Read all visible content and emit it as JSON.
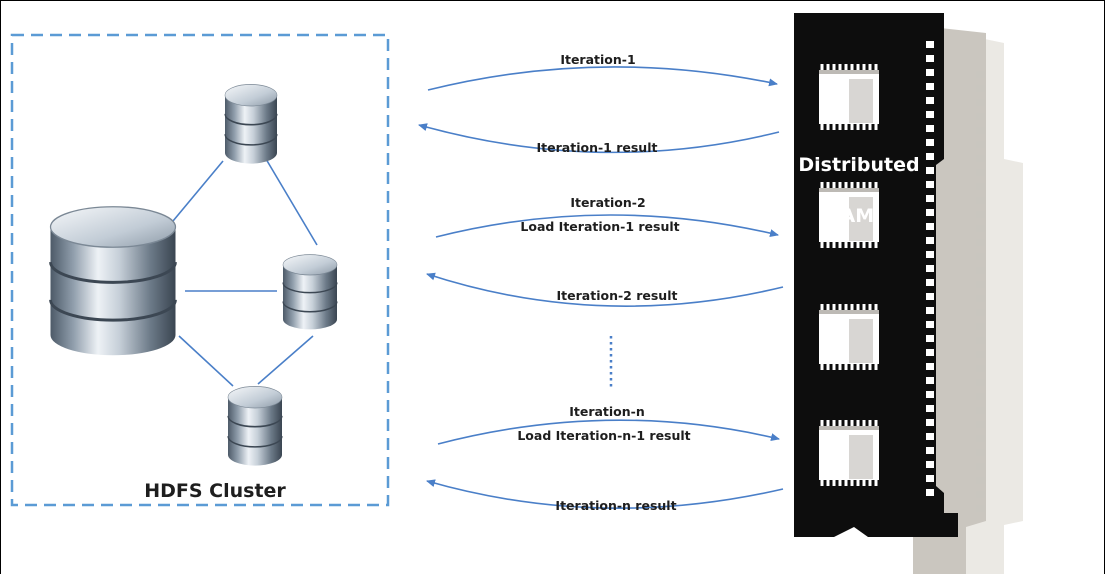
{
  "cluster": {
    "label": "HDFS Cluster"
  },
  "ram": {
    "line1": "Distributed",
    "line2": "RAM"
  },
  "flows": [
    {
      "forward": "Iteration-1",
      "forward_sub": "",
      "result": "Iteration-1 result"
    },
    {
      "forward": "Iteration-2",
      "forward_sub": "Load Iteration-1 result",
      "result": "Iteration-2 result"
    },
    {
      "forward": "Iteration-n",
      "forward_sub": "Load Iteration-n-1 result",
      "result": "Iteration-n result"
    }
  ],
  "colors": {
    "arrow": "#4a7fc8",
    "dash_border": "#5b9bd5",
    "ram_black": "#0d0d0d",
    "ram_grey": "#c9c5bd"
  }
}
